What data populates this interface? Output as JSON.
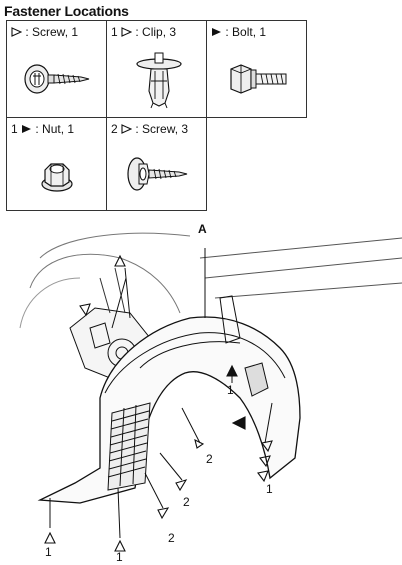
{
  "title": "Fastener Locations",
  "fasteners": [
    {
      "prefix": "",
      "symbol": "open-triangle",
      "text": ": Screw, 1",
      "icon": "screw-icon"
    },
    {
      "prefix": "1",
      "symbol": "open-triangle",
      "text": ": Clip, 3",
      "icon": "clip-icon"
    },
    {
      "prefix": "",
      "symbol": "filled-triangle",
      "text": ": Bolt, 1",
      "icon": "bolt-icon"
    },
    {
      "prefix": "1",
      "symbol": "filled-triangle",
      "text": ": Nut, 1",
      "icon": "nut-icon"
    },
    {
      "prefix": "2",
      "symbol": "open-triangle",
      "text": ": Screw, 3",
      "icon": "flange-screw-icon"
    }
  ],
  "diagram": {
    "view_label": "A",
    "callouts": [
      "1",
      "1",
      "1",
      "2",
      "2",
      "2",
      "1"
    ]
  }
}
